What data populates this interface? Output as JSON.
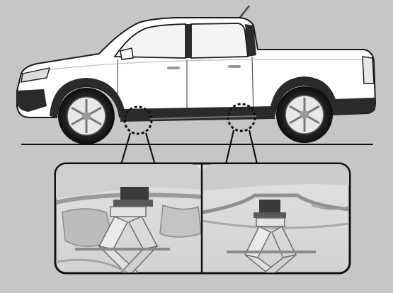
{
  "figure": {
    "subject": "pickup-truck-side-view",
    "jack_points": [
      "front-jacking-point",
      "rear-jacking-point"
    ],
    "detail_panels": [
      "front-jack-detail",
      "rear-jack-detail"
    ]
  },
  "colors": {
    "background": "#c6c6c6",
    "truck_body": "#ffffff",
    "line": "#1a1a1a",
    "detail_fill": "#dcdcdc"
  }
}
